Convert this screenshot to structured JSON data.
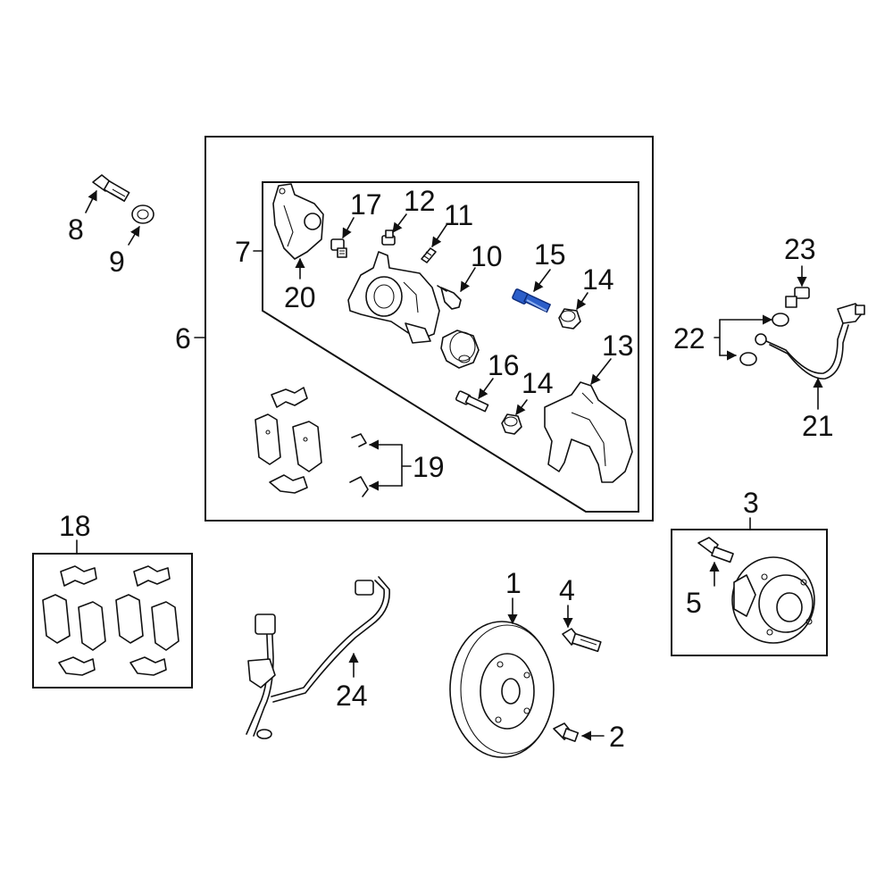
{
  "callouts": {
    "c1": "1",
    "c2": "2",
    "c3": "3",
    "c4": "4",
    "c5": "5",
    "c6": "6",
    "c7": "7",
    "c8": "8",
    "c9": "9",
    "c10": "10",
    "c11": "11",
    "c12": "12",
    "c13": "13",
    "c14a": "14",
    "c14b": "14",
    "c15": "15",
    "c16": "16",
    "c17": "17",
    "c18": "18",
    "c19": "19",
    "c20": "20",
    "c21": "21",
    "c22": "22",
    "c23": "23",
    "c24": "24"
  },
  "colors": {
    "highlight": "#2b5ec9",
    "line": "#111111",
    "background": "#ffffff"
  }
}
